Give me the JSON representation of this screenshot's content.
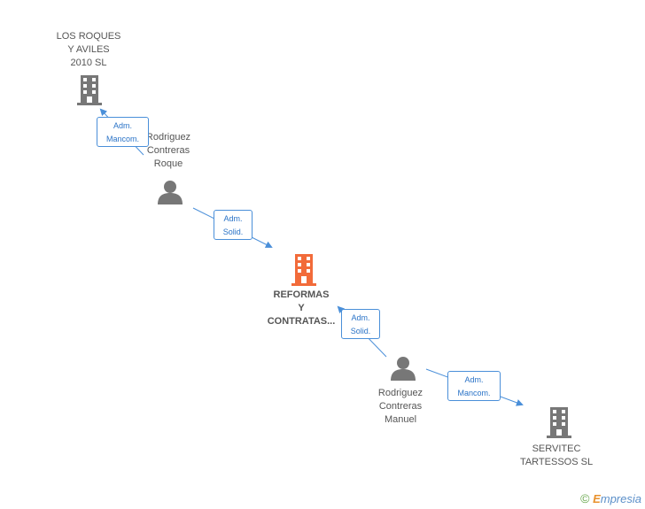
{
  "colors": {
    "building": "#777777",
    "main_building": "#f26b3a",
    "person": "#777777",
    "link": "#4a8fd9"
  },
  "nodes": {
    "los_roques": {
      "line1": "LOS ROQUES",
      "line2": "Y AVILES",
      "line3": "2010 SL",
      "icon": "building-icon"
    },
    "roque": {
      "line1": "Rodriguez",
      "line2": "Contreras",
      "line3": "Roque",
      "icon": "person-icon"
    },
    "reformas": {
      "line1": "REFORMAS",
      "line2": "Y",
      "line3": "CONTRATAS...",
      "icon": "building-icon"
    },
    "manuel": {
      "line1": "Rodriguez",
      "line2": "Contreras",
      "line3": "Manuel",
      "icon": "person-icon"
    },
    "servitec": {
      "line1": "SERVITEC",
      "line2": "TARTESSOS SL",
      "icon": "building-icon"
    }
  },
  "badges": {
    "b1": {
      "line1": "Adm.",
      "line2": "Mancom."
    },
    "b2": {
      "line1": "Adm.",
      "line2": "Solid."
    },
    "b3": {
      "line1": "Adm.",
      "line2": "Solid."
    },
    "b4": {
      "line1": "Adm.",
      "line2": "Mancom."
    }
  },
  "brand": {
    "copyright": "©",
    "first": "E",
    "rest": "mpresia"
  }
}
